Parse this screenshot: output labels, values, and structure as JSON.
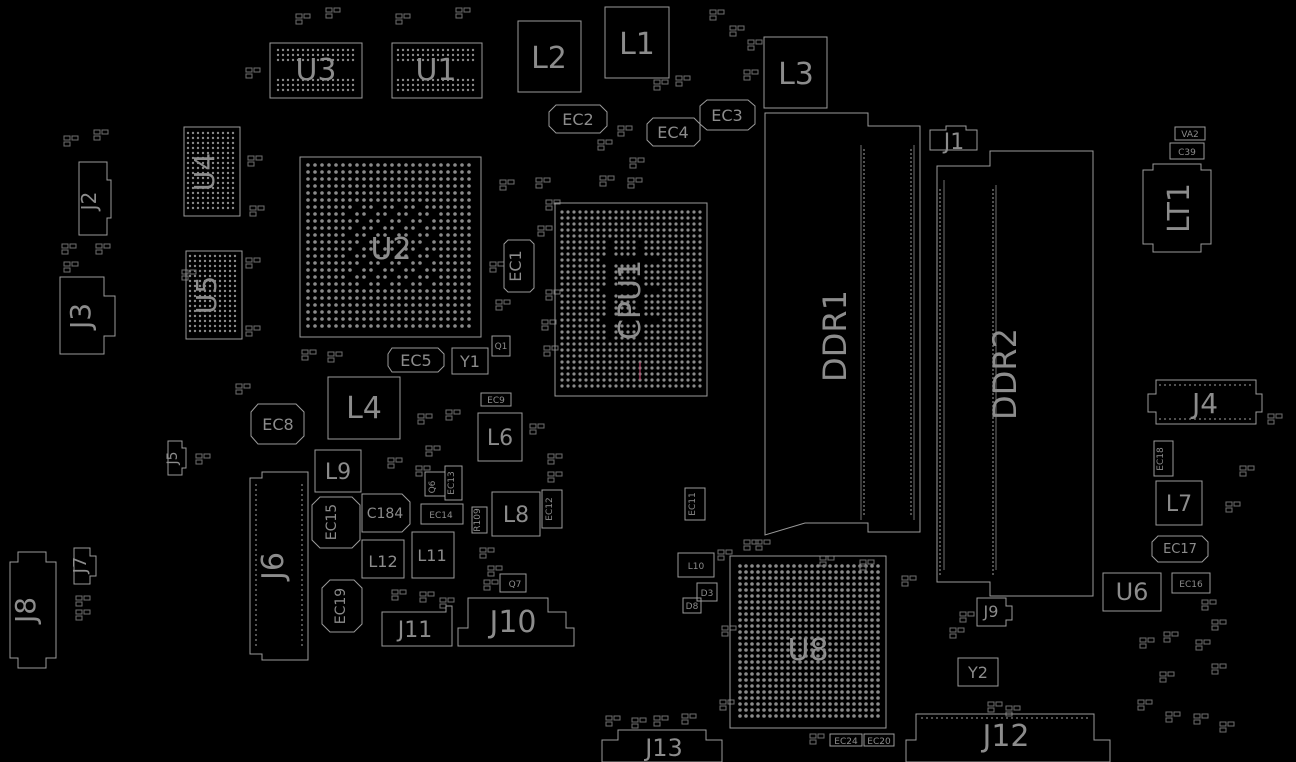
{
  "labels": {
    "u3": "U3",
    "u1": "U1",
    "l2": "L2",
    "l1": "L1",
    "l3": "L3",
    "ec2": "EC2",
    "ec4": "EC4",
    "ec3": "EC3",
    "j1": "J1",
    "va2": "VA2",
    "c39": "C39",
    "lt1": "LT1",
    "j2": "J2",
    "u4": "U4",
    "u2": "U2",
    "ec1": "EC1",
    "cpu1": "CPU1",
    "ddr1": "DDR1",
    "ddr2": "DDR2",
    "u5": "U5",
    "j3": "J3",
    "ec5": "EC5",
    "y1": "Y1",
    "q1": "Q1",
    "l4": "L4",
    "ec9": "EC9",
    "ec8": "EC8",
    "j4": "J4",
    "ec18": "EC18",
    "l6": "L6",
    "j5": "J5",
    "l9": "L9",
    "q6": "Q6",
    "ec13": "EC13",
    "l8": "L8",
    "ec12": "EC12",
    "ec11": "EC11",
    "l7": "L7",
    "ec15": "EC15",
    "c184": "C184",
    "ec14": "EC14",
    "r109": "R109",
    "j6": "J6",
    "ec17": "EC17",
    "j7": "J7",
    "l12": "L12",
    "l11": "L11",
    "l10": "L10",
    "d3": "D3",
    "d8": "D8",
    "ec16": "EC16",
    "u6": "U6",
    "j8": "J8",
    "ec19": "EC19",
    "q7": "Q7",
    "j11": "J11",
    "j10": "J10",
    "u8": "U8",
    "j9": "J9",
    "y2": "Y2",
    "j13": "J13",
    "ec24": "EC24",
    "ec20": "EC20",
    "j12": "J12"
  },
  "colors": {
    "background": "#000000",
    "outline": "#9a9a9a",
    "label": "#8c8c8c",
    "marker": "#c0406a"
  }
}
